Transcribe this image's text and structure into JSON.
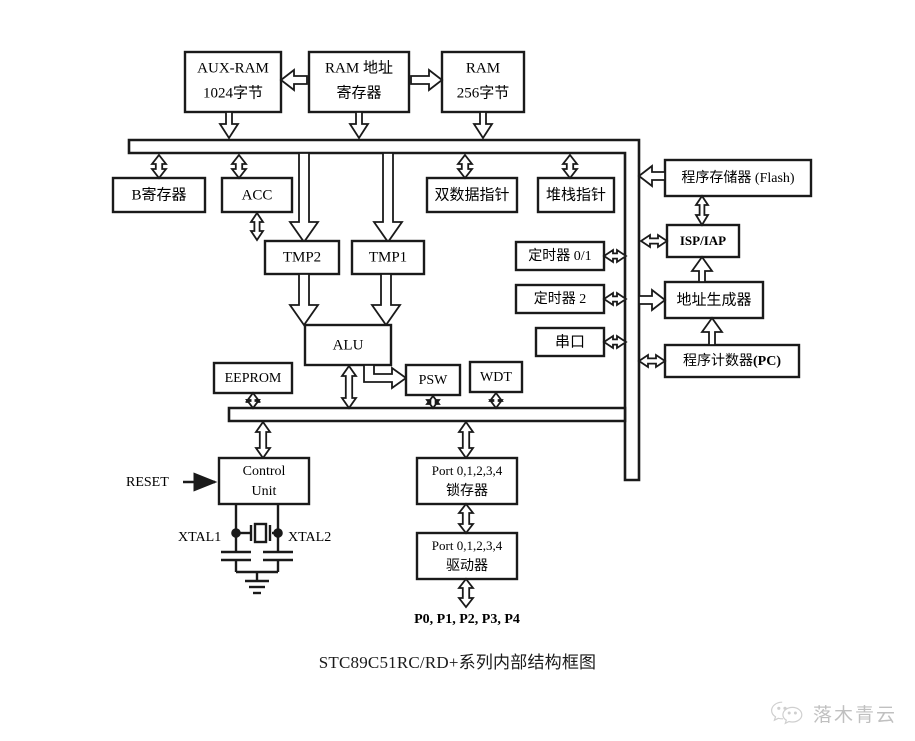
{
  "caption": "STC89C51RC/RD+系列内部结构框图",
  "watermark": {
    "icon": "wechat-icon",
    "text": "落木青云"
  },
  "memory_row": {
    "aux_ram_line1": "AUX-RAM",
    "aux_ram_line2": "1024字节",
    "ram_addr_reg_line1": "RAM 地址",
    "ram_addr_reg_line2": "寄存器",
    "ram_line1": "RAM",
    "ram_line2": "256字节"
  },
  "register_row": {
    "b_register": "B寄存器",
    "acc": "ACC",
    "dptr": "双数据指针",
    "stack_pointer": "堆栈指针"
  },
  "temp_registers": {
    "tmp2": "TMP2",
    "tmp1": "TMP1"
  },
  "core": {
    "alu": "ALU",
    "eeprom": "EEPROM",
    "psw": "PSW",
    "wdt": "WDT"
  },
  "peripherals": {
    "timer01": "定时器 0/1",
    "timer2": "定时器 2",
    "uart": "串口"
  },
  "program_column": {
    "flash": "程序存储器 (Flash)",
    "isp_iap": "ISP/IAP",
    "address_generator": "地址生成器",
    "pc_prefix": "程序计数器",
    "pc_suffix": "(PC)"
  },
  "control_block": {
    "control_unit_line1": "Control",
    "control_unit_line2": "Unit",
    "reset": "RESET",
    "xtal1": "XTAL1",
    "xtal2": "XTAL2"
  },
  "port_block": {
    "latch_line1": "Port 0,1,2,3,4",
    "latch_line2": "锁存器",
    "driver_line1": "Port 0,1,2,3,4",
    "driver_line2": "驱动器",
    "pins": "P0, P1, P2, P3, P4"
  },
  "colors": {
    "stroke": "#1a1a1a",
    "background": "#ffffff",
    "watermark": "#9a9a9a"
  }
}
